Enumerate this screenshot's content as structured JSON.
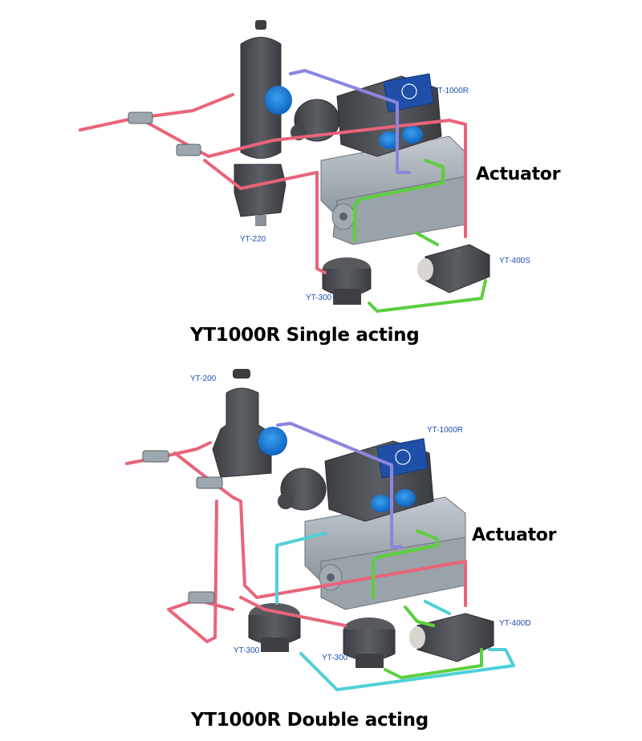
{
  "diagrams": [
    {
      "caption": "YT1000R Single acting",
      "actuator_label": "Actuator",
      "components": {
        "filter_regulator": "YT-220",
        "positioner": "YT-1000R",
        "lock_up_valve": "YT-400S",
        "booster": "YT-300"
      }
    },
    {
      "caption": "YT1000R Double acting",
      "actuator_label": "Actuator",
      "components": {
        "regulator": "YT-200",
        "positioner": "YT-1000R",
        "lock_up_valve": "YT-400D",
        "booster_left": "YT-300",
        "booster_right": "YT-300"
      }
    }
  ],
  "colors": {
    "supply_line": "#e8647a",
    "signal_line": "#8a86e0",
    "output_line_a": "#5ccf3e",
    "output_line_b": "#4fd0d8",
    "label": "#1f4fb5",
    "body_dark": "#4a4c50",
    "actuator_body": "#aeb6be",
    "gauge": "#1e88e0"
  }
}
